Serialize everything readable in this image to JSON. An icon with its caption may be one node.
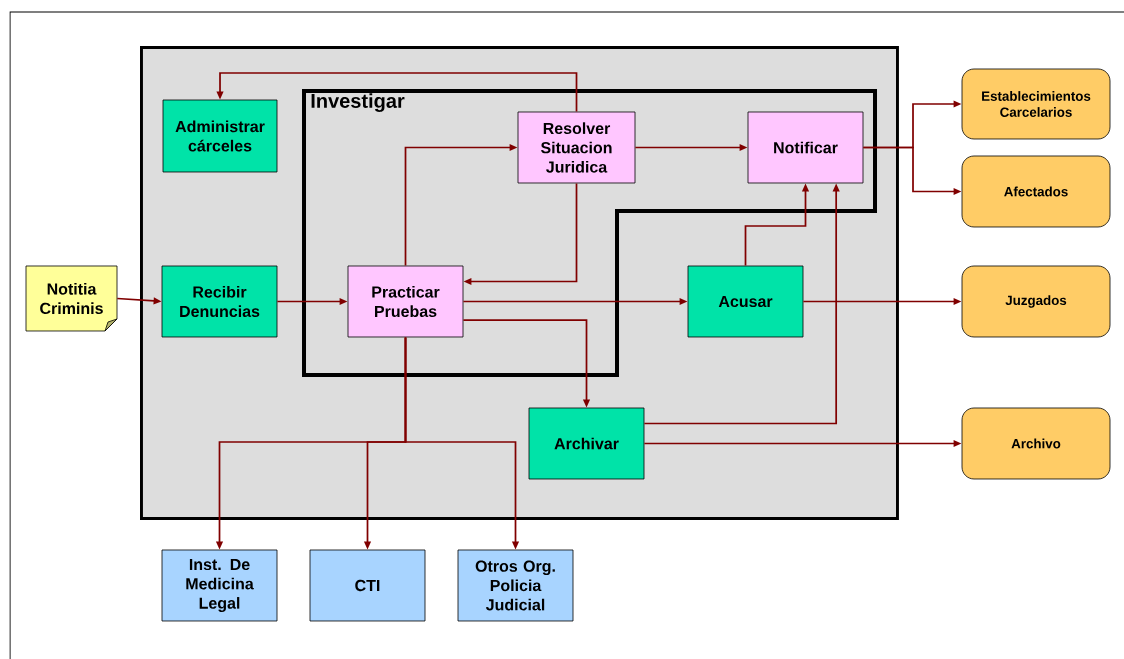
{
  "diagram": {
    "nodes": [
      {
        "text": [],
        "shape": "box"
      },
      {
        "text": [
          "Investigar"
        ],
        "in": 0
      },
      {
        "text": [
          "Administrar cárceles"
        ],
        "in": 0
      },
      {
        "text": [
          "Resolver Situacion Juridica"
        ],
        "in": 1
      },
      {
        "text": [
          "Notificar"
        ],
        "in": 1
      },
      {
        "text": [
          "Establecimientos Carcelarios"
        ]
      },
      {
        "text": [
          "Afectados"
        ]
      },
      {
        "text": [
          "Notitia Criminis"
        ]
      },
      {
        "text": [
          "Recibir Denuncias"
        ],
        "in": 0
      },
      {
        "text": [
          "Practicar Pruebas"
        ],
        "in": 1
      },
      {
        "text": [
          "Acusar"
        ],
        "in": 0
      },
      {
        "text": [
          "Juzgados"
        ]
      },
      {
        "text": [
          "Archivar"
        ],
        "in": 0
      },
      {
        "text": [
          "Archivo"
        ]
      },
      {
        "text": [
          "Inst. De Medicina Legal"
        ]
      },
      {
        "text": [
          "CTI"
        ]
      },
      {
        "text": [
          "Otros Org. Policia Judicial"
        ]
      }
    ],
    "edges": [
      {
        "from": 3,
        "to": 2,
        "arrow": "to"
      },
      {
        "from": 9,
        "to": 3,
        "arrow": "to"
      },
      {
        "from": 3,
        "to": 9,
        "arrow": "to"
      },
      {
        "from": 3,
        "to": 4,
        "arrow": "to"
      },
      {
        "from": 4,
        "to": 5,
        "arrow": "to"
      },
      {
        "from": 4,
        "to": 6,
        "arrow": "to"
      },
      {
        "from": 7,
        "to": 8,
        "arrow": "to"
      },
      {
        "from": 8,
        "to": 9,
        "arrow": "to"
      },
      {
        "from": 9,
        "to": 10,
        "arrow": "to"
      },
      {
        "from": 9,
        "to": 12,
        "arrow": "to"
      },
      {
        "from": 10,
        "to": 4,
        "arrow": "to"
      },
      {
        "from": 12,
        "to": 4,
        "arrow": "to"
      },
      {
        "from": 10,
        "to": 11,
        "arrow": "to"
      },
      {
        "from": 12,
        "to": 13,
        "arrow": "to"
      },
      {
        "from": 9,
        "to": 14,
        "arrow": "to"
      },
      {
        "from": 9,
        "to": 15,
        "arrow": "to"
      },
      {
        "from": 9,
        "to": 16,
        "arrow": "to"
      }
    ]
  }
}
